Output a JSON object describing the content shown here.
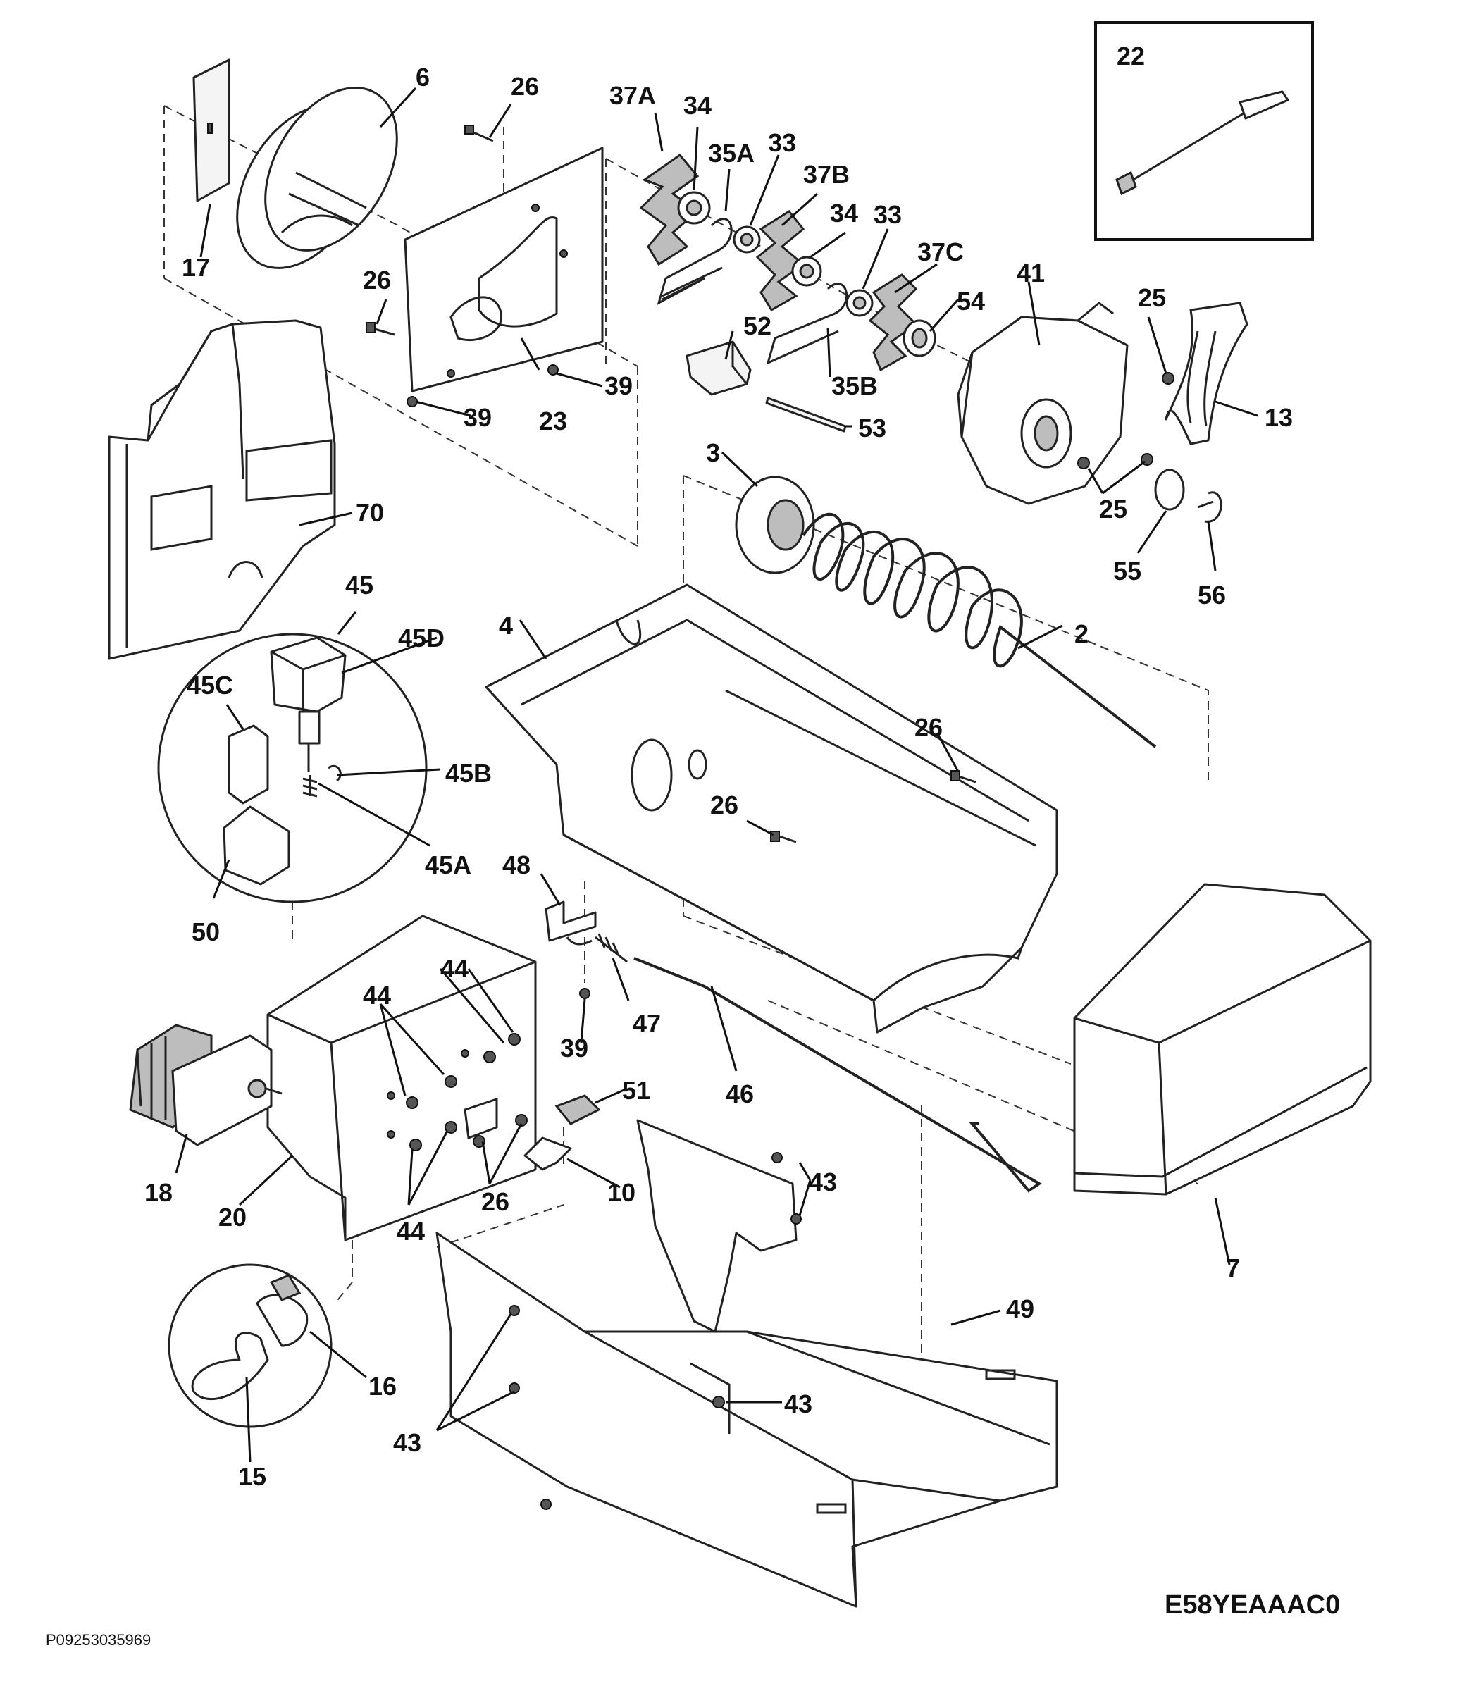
{
  "diagram": {
    "reference_code": "E58YEAAAC0",
    "catalog_number": "P09253035969",
    "inset_part_label": "22",
    "part_labels": {
      "p6": "6",
      "p26a": "26",
      "p17": "17",
      "p26b": "26",
      "p23": "23",
      "p39a": "39",
      "p39b": "39",
      "p37A": "37A",
      "p34a": "34",
      "p35A": "35A",
      "p33a": "33",
      "p37B": "37B",
      "p34b": "34",
      "p33b": "33",
      "p37C": "37C",
      "p52": "52",
      "p54": "54",
      "p35B": "35B",
      "p53": "53",
      "p41": "41",
      "p25a": "25",
      "p13": "13",
      "p25b": "25",
      "p55": "55",
      "p56": "56",
      "p70": "70",
      "p3": "3",
      "p45": "45",
      "p45D": "45D",
      "p45C": "45C",
      "p45B": "45B",
      "p45A": "45A",
      "p50": "50",
      "p4": "4",
      "p2": "2",
      "p26c": "26",
      "p26d": "26",
      "p48": "48",
      "p47": "47",
      "p39c": "39",
      "p44a": "44",
      "p44b": "44",
      "p44c": "44",
      "p18": "18",
      "p20": "20",
      "p26e": "26",
      "p51": "51",
      "p46": "46",
      "p10": "10",
      "p43a": "43",
      "p7": "7",
      "p49": "49",
      "p16": "16",
      "p15": "15",
      "p43b": "43",
      "p43c": "43"
    }
  }
}
